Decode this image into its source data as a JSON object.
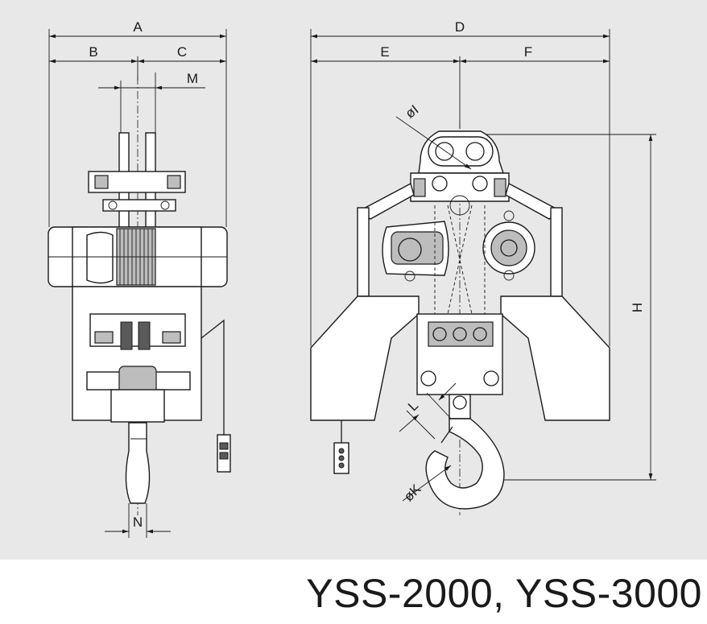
{
  "drawing": {
    "background": "#e8e8e8",
    "line_color": "#1a1a1a",
    "dimension_labels": {
      "A": "A",
      "B": "B",
      "C": "C",
      "M": "M",
      "N": "N",
      "D": "D",
      "E": "E",
      "F": "F",
      "H": "H",
      "I": "øI",
      "K": "øK",
      "L": "L"
    }
  },
  "title": "YSS-2000, YSS-3000"
}
